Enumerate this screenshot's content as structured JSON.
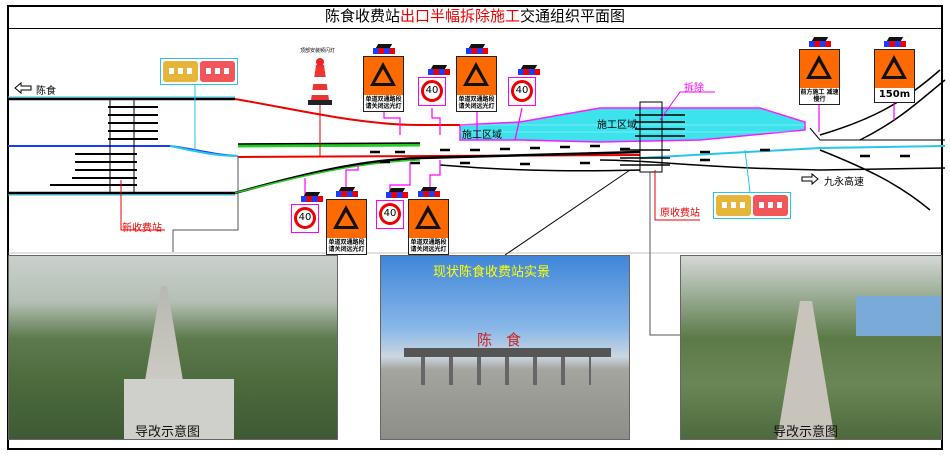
{
  "title": {
    "part1": "陈食收费站",
    "part2": "出口半幅拆除施工",
    "part3": "交通组织平面图"
  },
  "labels": {
    "to_chenshi": "陈食",
    "new_toll": "新收费站",
    "old_toll": "原收费站",
    "demolish": "拆除",
    "work_zone_1": "施工区域",
    "work_zone_2": "施工区域",
    "to_jiuyong": "九永高速",
    "cone_note": "顶部安装频闪灯"
  },
  "signs": {
    "two_way_text": "单道双通路段 请关闭远光灯",
    "ahead_text": "前方施工 减速慢行",
    "distance": "150m",
    "speed_limit": "40"
  },
  "photos": {
    "left_caption": "导改示意图",
    "middle_caption": "现状陈食收费站实景",
    "right_caption": "导改示意图",
    "station_name": "陈食"
  },
  "colors": {
    "sign_orange": "#ff6a00",
    "work_zone": "#27e0ec",
    "accent_red": "#e00000",
    "accent_magenta": "#ff00ff"
  }
}
